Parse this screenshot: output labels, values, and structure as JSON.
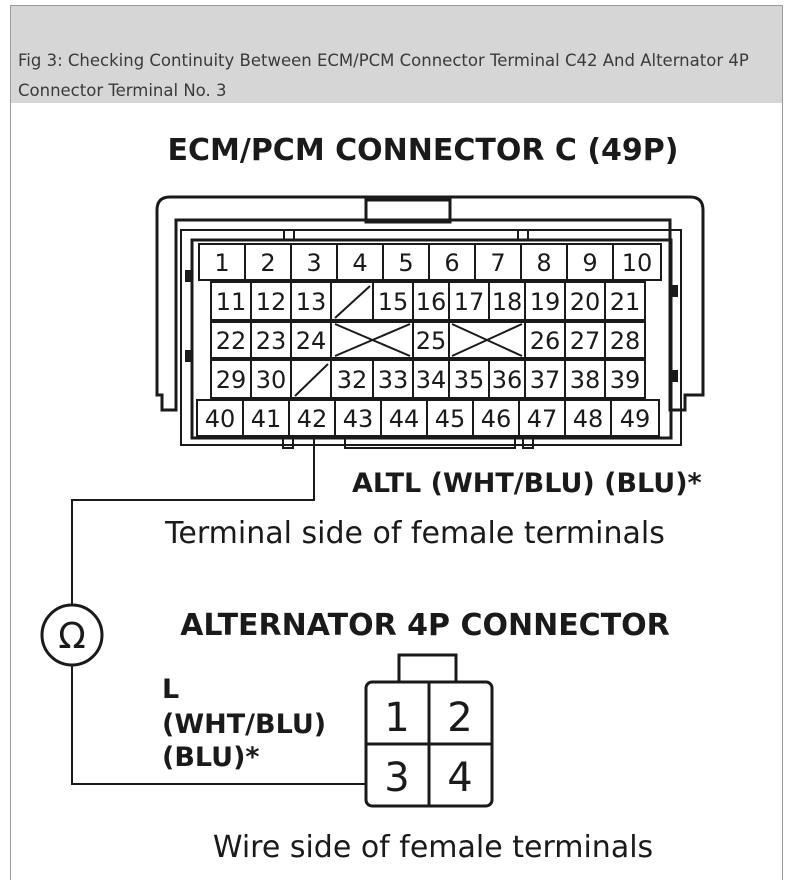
{
  "figure": {
    "caption": "Fig 3: Checking Continuity Between ECM/PCM Connector Terminal C42 And Alternator 4P Connector Terminal No. 3"
  },
  "ecm_connector": {
    "title": "ECM/PCM CONNECTOR C (49P)",
    "rows": [
      [
        "1",
        "2",
        "3",
        "4",
        "5",
        "6",
        "7",
        "8",
        "9",
        "10"
      ],
      [
        "11",
        "12",
        "13",
        "",
        "15",
        "16",
        "17",
        "18",
        "19",
        "20",
        "21"
      ],
      [
        "22",
        "23",
        "24",
        "",
        "25",
        "",
        "26",
        "27",
        "28"
      ],
      [
        "29",
        "30",
        "",
        "32",
        "33",
        "34",
        "35",
        "36",
        "37",
        "38",
        "39"
      ],
      [
        "40",
        "41",
        "42",
        "43",
        "44",
        "45",
        "46",
        "47",
        "48",
        "49"
      ]
    ],
    "wire_label": "ALTL (WHT/BLU) (BLU)*",
    "view_label": "Terminal side of female terminals"
  },
  "meter": {
    "symbol": "Ω"
  },
  "alternator_connector": {
    "title": "ALTERNATOR 4P CONNECTOR",
    "terminals": [
      "1",
      "2",
      "3",
      "4"
    ],
    "wire_label_lines": [
      "L",
      "(WHT/BLU)",
      "(BLU)*"
    ],
    "view_label": "Wire side of female terminals"
  }
}
